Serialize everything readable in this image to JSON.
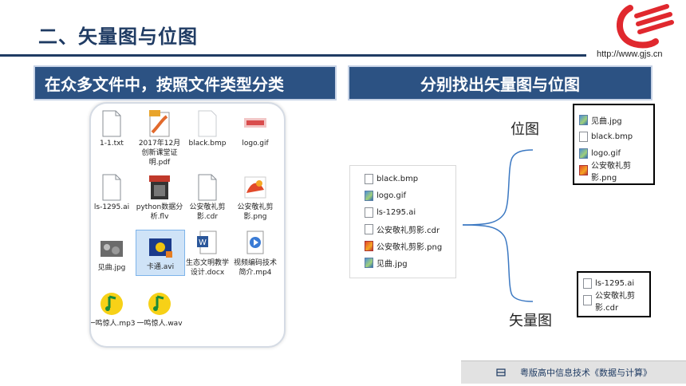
{
  "header": {
    "title": "二、矢量图与位图",
    "url": "http://www.gjs.cn"
  },
  "banners": {
    "left": "在众多文件中，按照文件类型分类",
    "right": "分别找出矢量图与位图"
  },
  "explorer": {
    "files": [
      {
        "label": "1-1.txt",
        "icon": "text-file-icon"
      },
      {
        "label": "2017年12月创新课堂证明.pdf",
        "icon": "pdf-file-icon"
      },
      {
        "label": "black.bmp",
        "icon": "bmp-file-icon"
      },
      {
        "label": "logo.gif",
        "icon": "gif-file-icon"
      },
      {
        "label": "ls-1295.ai",
        "icon": "ai-file-icon"
      },
      {
        "label": "python数据分析.flv",
        "icon": "flv-file-icon"
      },
      {
        "label": "公安敬礼剪影.cdr",
        "icon": "cdr-file-icon"
      },
      {
        "label": "公安敬礼剪影.png",
        "icon": "png-file-icon"
      },
      {
        "label": "见曲.jpg",
        "icon": "jpg-file-icon"
      },
      {
        "label": "卡通.avi",
        "icon": "avi-file-icon"
      },
      {
        "label": "生态文明教学设计.docx",
        "icon": "docx-file-icon"
      },
      {
        "label": "视频编码技术简介.mp4",
        "icon": "mp4-file-icon"
      },
      {
        "label": "一鸣惊人.mp3",
        "icon": "mp3-file-icon"
      },
      {
        "label": "一鸣惊人.wav",
        "icon": "wav-file-icon"
      }
    ]
  },
  "middle_list": [
    "black.bmp",
    "logo.gif",
    "ls-1295.ai",
    "公安敬礼剪影.cdr",
    "公安敬礼剪影.png",
    "见曲.jpg"
  ],
  "bitmap": {
    "label": "位图",
    "files": [
      "见曲.jpg",
      "black.bmp",
      "logo.gif",
      "公安敬礼剪影.png"
    ]
  },
  "vector": {
    "label": "矢量图",
    "files": [
      "ls-1295.ai",
      "公安敬礼剪影.cdr"
    ]
  },
  "footer": {
    "icon": "book-icon",
    "text": "粤版高中信息技术《数据与计算》"
  },
  "colors": {
    "primary": "#1f3b63",
    "banner": "#2c5283",
    "logo_red": "#e0282e"
  }
}
